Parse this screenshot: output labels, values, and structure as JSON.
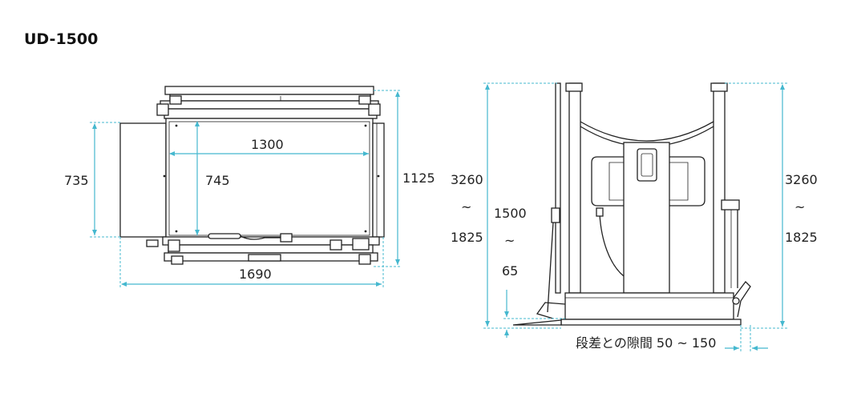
{
  "title": "UD-1500",
  "plan_view": {
    "dim_width_top": "1300",
    "dim_depth_inner": "745",
    "dim_depth_left": "735",
    "dim_depth_right": "1125",
    "dim_length_bottom": "1690"
  },
  "side_view": {
    "left_height_max": "3260",
    "left_height_tilde": "~",
    "left_height_min": "1825",
    "lift_max": "1500",
    "lift_tilde": "~",
    "lift_min": "65",
    "right_height_max": "3260",
    "right_height_tilde": "~",
    "right_height_min": "1825",
    "gap_note": "段差との隙間 50 ~ 150"
  },
  "colors": {
    "dimension": "#45b8cf",
    "line": "#222222"
  }
}
